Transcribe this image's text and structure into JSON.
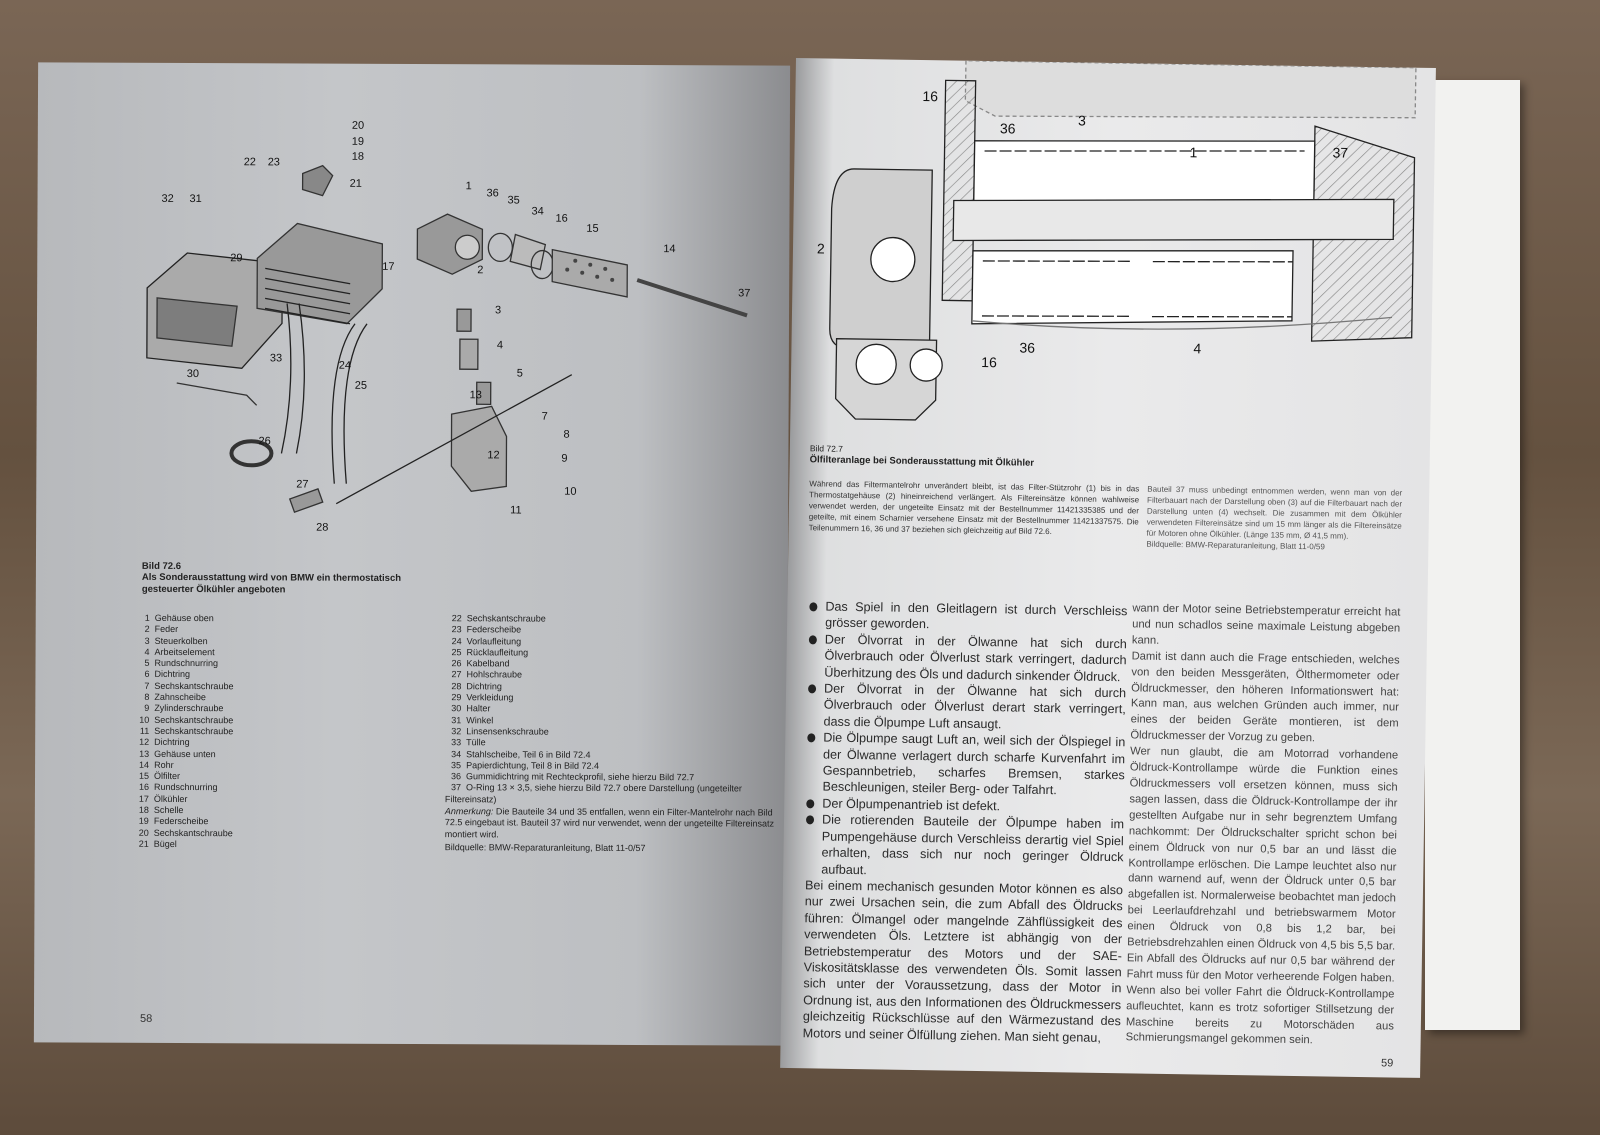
{
  "left_page": {
    "figure": {
      "callouts": [
        "20",
        "19",
        "18",
        "22",
        "23",
        "21",
        "32",
        "31",
        "1",
        "36",
        "35",
        "34",
        "16",
        "15",
        "29",
        "17",
        "14",
        "2",
        "3",
        "37",
        "4",
        "33",
        "24",
        "30",
        "5",
        "25",
        "13",
        "7",
        "26",
        "8",
        "12",
        "9",
        "10",
        "27",
        "11",
        "28"
      ]
    },
    "caption": {
      "label": "Bild 72.6",
      "title": "Als Sonderausstattung wird von BMW ein thermostatisch gesteuerter Ölkühler angeboten"
    },
    "parts_left": [
      {
        "n": "1",
        "t": "Gehäuse oben"
      },
      {
        "n": "2",
        "t": "Feder"
      },
      {
        "n": "3",
        "t": "Steuerkolben"
      },
      {
        "n": "4",
        "t": "Arbeitselement"
      },
      {
        "n": "5",
        "t": "Rundschnurring"
      },
      {
        "n": "6",
        "t": "Dichtring"
      },
      {
        "n": "7",
        "t": "Sechskantschraube"
      },
      {
        "n": "8",
        "t": "Zahnscheibe"
      },
      {
        "n": "9",
        "t": "Zylinderschraube"
      },
      {
        "n": "10",
        "t": "Sechskantschraube"
      },
      {
        "n": "11",
        "t": "Sechskantschraube"
      },
      {
        "n": "12",
        "t": "Dichtring"
      },
      {
        "n": "13",
        "t": "Gehäuse unten"
      },
      {
        "n": "14",
        "t": "Rohr"
      },
      {
        "n": "15",
        "t": "Ölfilter"
      },
      {
        "n": "16",
        "t": "Rundschnurring"
      },
      {
        "n": "17",
        "t": "Ölkühler"
      },
      {
        "n": "18",
        "t": "Schelle"
      },
      {
        "n": "19",
        "t": "Federscheibe"
      },
      {
        "n": "20",
        "t": "Sechskantschraube"
      },
      {
        "n": "21",
        "t": "Bügel"
      }
    ],
    "parts_right": [
      {
        "n": "22",
        "t": "Sechskantschraube"
      },
      {
        "n": "23",
        "t": "Federscheibe"
      },
      {
        "n": "24",
        "t": "Vorlaufleitung"
      },
      {
        "n": "25",
        "t": "Rücklaufleitung"
      },
      {
        "n": "26",
        "t": "Kabelband"
      },
      {
        "n": "27",
        "t": "Hohlschraube"
      },
      {
        "n": "28",
        "t": "Dichtring"
      },
      {
        "n": "29",
        "t": "Verkleidung"
      },
      {
        "n": "30",
        "t": "Halter"
      },
      {
        "n": "31",
        "t": "Winkel"
      },
      {
        "n": "32",
        "t": "Linsensenkschraube"
      },
      {
        "n": "33",
        "t": "Tülle"
      },
      {
        "n": "34",
        "t": "Stahlscheibe, Teil 6 in Bild 72.4"
      },
      {
        "n": "35",
        "t": "Papierdichtung, Teil 8 in Bild 72.4"
      },
      {
        "n": "36",
        "t": "Gummidichtring mit Rechteckprofil, siehe hierzu Bild 72.7"
      },
      {
        "n": "37",
        "t": "O-Ring 13 × 3,5, siehe hierzu Bild 72.7 obere Darstellung (ungeteilter Filtereinsatz)"
      }
    ],
    "note_label": "Anmerkung:",
    "note": "Die Bauteile 34 und 35 entfallen, wenn ein Filter-Mantelrohr nach Bild 72.5 eingebaut ist. Bauteil 37 wird nur verwendet, wenn der ungeteilte Filtereinsatz montiert wird.",
    "source": "Bildquelle: BMW-Reparaturanleitung, Blatt 11-0/57",
    "page_number": "58"
  },
  "right_page": {
    "figure": {
      "callouts": [
        "16",
        "36",
        "3",
        "1",
        "37",
        "2",
        "36",
        "16",
        "4"
      ]
    },
    "caption": {
      "label": "Bild 72.7",
      "title": "Ölfilteranlage bei Sonderausstattung mit Ölkühler"
    },
    "caption_text_left": "Während das Filtermantelrohr unverändert bleibt, ist das Filter-Stützrohr (1) bis in das Thermostatgehäuse (2) hineinreichend verlängert. Als Filtereinsätze können wahlweise verwendet werden, der ungeteilte Einsatz mit der Bestellnummer 11421335385 und der geteilte, mit einem Scharnier versehene Einsatz mit der Bestellnummer 11421337575. Die Teilenummern 16, 36 und 37 beziehen sich gleichzeitig auf Bild 72.6.",
    "caption_text_right": "Bauteil 37 muss unbedingt entnommen werden, wenn man von der Filterbauart nach der Darstellung oben (3) auf die Filterbauart nach der Darstellung unten (4) wechselt. Die zusammen mit dem Ölkühler verwendeten Filtereinsätze sind um 15 mm länger als die Filtereinsätze für Motoren ohne Ölkühler. (Länge 135 mm, Ø 41,5 mm).",
    "caption_source": "Bildquelle: BMW-Reparaturanleitung, Blatt 11-0/59",
    "bullets": [
      "Das Spiel in den Gleitlagern ist durch Verschleiss grösser geworden.",
      "Der Ölvorrat in der Ölwanne hat sich durch Ölverbrauch oder Ölverlust stark verringert, dadurch Überhitzung des Öls und dadurch sinkender Öldruck.",
      "Der Ölvorrat in der Ölwanne hat sich durch Ölverbrauch oder Ölverlust derart stark verringert, dass die Ölpumpe Luft ansaugt.",
      "Die Ölpumpe saugt Luft an, weil sich der Ölspiegel in der Ölwanne verlagert durch scharfe Kurvenfahrt im Gespannbetrieb, scharfes Bremsen, starkes Beschleunigen, steiler Berg- oder Talfahrt.",
      "Der Ölpumpenantrieb ist defekt.",
      "Die rotierenden Bauteile der Ölpumpe haben im Pumpengehäuse durch Verschleiss derartig viel Spiel erhalten, dass sich nur noch geringer Öldruck aufbaut."
    ],
    "para_left": "Bei einem mechanisch gesunden Motor können es also nur zwei Ursachen sein, die zum Abfall des Öldrucks führen: Ölmangel oder mangelnde Zähflüssigkeit des verwendeten Öls. Letztere ist abhängig von der Betriebstemperatur des Motors und der SAE-Viskositätsklasse des verwendeten Öls. Somit lassen sich unter der Voraussetzung, dass der Motor in Ordnung ist, aus den Informationen des Öldruckmessers gleichzeitig Rückschlüsse auf den Wärmezustand des Motors und seiner Ölfüllung ziehen. Man sieht genau,",
    "para_right_1": "wann der Motor seine Betriebstemperatur erreicht hat und nun schadlos seine maximale Leistung abgeben kann.",
    "para_right_2": "Damit ist dann auch die Frage entschieden, welches von den beiden Messgeräten, Ölthermometer oder Öldruckmesser, den höheren Informationswert hat: Kann man, aus welchen Gründen auch immer, nur eines der beiden Geräte montieren, ist dem Öldruckmesser der Vorzug zu geben.",
    "para_right_3": "Wer nun glaubt, die am Motorrad vorhandene Öldruck-Kontrollampe würde die Funktion eines Öldruckmessers voll ersetzen können, muss sich sagen lassen, dass die Öldruck-Kontrollampe der ihr gestellten Aufgabe nur in sehr begrenztem Umfang nachkommt: Der Öldruckschalter spricht schon bei einem Öldruck von nur 0,5 bar an und lässt die Kontrollampe erlöschen. Die Lampe leuchtet also nur dann warnend auf, wenn der Öldruck unter 0,5 bar abgefallen ist. Normalerweise beobachtet man jedoch bei Leerlaufdrehzahl und betriebswarmem Motor einen Öldruck von 0,8 bis 1,2 bar, bei Betriebsdrehzahlen einen Öldruck von 4,5 bis 5,5 bar. Ein Abfall des Öldrucks auf nur 0,5 bar während der Fahrt muss für den Motor verheerende Folgen haben. Wenn also bei voller Fahrt die Öldruck-Kontrollampe aufleuchtet, kann es trotz sofortiger Stillsetzung der Maschine bereits zu Motorschäden aus Schmierungsmangel gekommen sein.",
    "page_number": "59"
  }
}
